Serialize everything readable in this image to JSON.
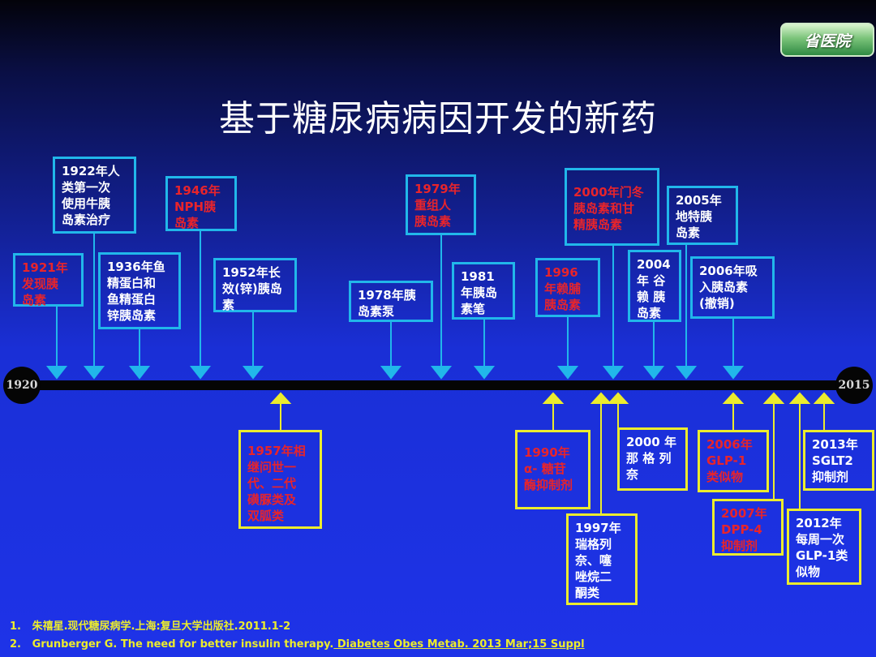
{
  "header": {
    "badge": "省医院",
    "title": "基于糖尿病病因开发的新药"
  },
  "timeline": {
    "start": "1920",
    "end": "2015"
  },
  "events_top": [
    {
      "id": "e1921",
      "text": "1921年\n发现胰\n岛素",
      "color": "red"
    },
    {
      "id": "e1922",
      "text": "1922年人\n类第一次\n使用牛胰\n岛素治疗",
      "color": "white"
    },
    {
      "id": "e1936",
      "text": "1936年鱼\n精蛋白和\n鱼精蛋白\n锌胰岛素",
      "color": "white"
    },
    {
      "id": "e1946",
      "text": "1946年\nNPH胰\n岛素",
      "color": "red"
    },
    {
      "id": "e1952",
      "text": "1952年长\n效(锌)胰岛\n素",
      "color": "white"
    },
    {
      "id": "e1978",
      "text": "1978年胰\n岛素泵",
      "color": "white"
    },
    {
      "id": "e1979",
      "text": "1979年\n重组人\n胰岛素",
      "color": "red"
    },
    {
      "id": "e1981",
      "text": "1981\n年胰岛\n素笔",
      "color": "white"
    },
    {
      "id": "e1996",
      "text": "1996\n年赖脯\n胰岛素",
      "color": "red"
    },
    {
      "id": "e2000",
      "text": "2000年门冬\n胰岛素和甘\n精胰岛素",
      "color": "red"
    },
    {
      "id": "e2004",
      "text": "2004\n年 谷\n赖 胰\n岛素",
      "color": "white"
    },
    {
      "id": "e2005",
      "text": "2005年\n地特胰\n岛素",
      "color": "white"
    },
    {
      "id": "e2006i",
      "text": "2006年吸\n入胰岛素\n(撤销)",
      "color": "white"
    }
  ],
  "events_bottom": [
    {
      "id": "e1957",
      "text": "1957年相\n继问世一\n代、二代\n磺脲类及\n双胍类",
      "color": "red"
    },
    {
      "id": "e1990",
      "text": "1990年\nα- 糖苷\n酶抑制剂",
      "color": "red"
    },
    {
      "id": "e1997",
      "text": "1997年\n瑞格列\n奈、噻\n唑烷二\n酮类",
      "color": "white"
    },
    {
      "id": "e2000b",
      "text": "2000 年\n那 格 列\n奈",
      "color": "white"
    },
    {
      "id": "e2006g",
      "text": "2006年\nGLP-1\n类似物",
      "color": "red"
    },
    {
      "id": "e2007",
      "text": "2007年\nDPP-4\n抑制剂",
      "color": "red"
    },
    {
      "id": "e2012",
      "text": "2012年\n每周一次\nGLP-1类\n似物",
      "color": "white"
    },
    {
      "id": "e2013",
      "text": "2013年\nSGLT2\n抑制剂",
      "color": "white"
    }
  ],
  "references": [
    {
      "num": "1.",
      "text": "朱禧星.现代糖尿病学.上海:复旦大学出版社.2011.1-2"
    },
    {
      "num": "2.",
      "text_a": "Grunberger G. The need for better insulin therapy.",
      "text_b": " Diabetes Obes Metab. 2013 Mar;15 Suppl"
    }
  ],
  "colors": {
    "top_box_border": "#21b7ea",
    "bottom_box_border": "#ecec2d",
    "red_text": "#e8242b",
    "reference_text": "#ecec2d"
  }
}
